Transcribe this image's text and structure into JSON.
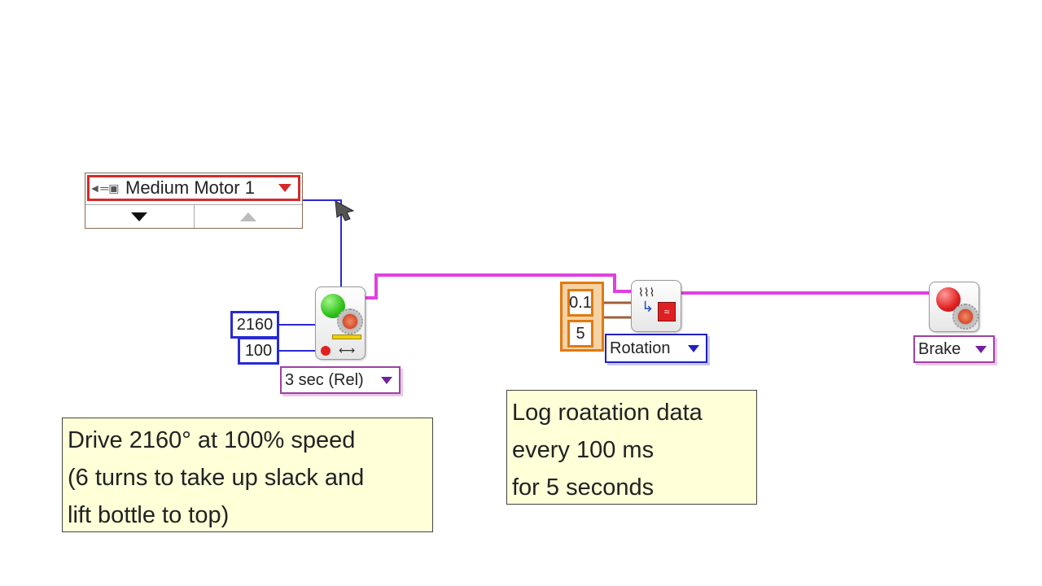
{
  "motor_selector": {
    "label": "Medium Motor 1",
    "icon": "medium-motor-plug-icon",
    "port_buttons": [
      "port-next-icon",
      "port-prev-icon"
    ]
  },
  "drive_block": {
    "icon": "motor-rotations-icon",
    "degrees": "2160",
    "speed": "100",
    "mode": "3 sec (Rel)"
  },
  "log_block": {
    "interval": "0.1",
    "duration": "5",
    "sensor": "Rotation"
  },
  "stop_block": {
    "mode": "Brake"
  },
  "comments": {
    "drive": [
      "Drive 2160° at 100% speed",
      "(6 turns to take up slack and",
      "lift bottle to top)"
    ],
    "log": [
      "Log roatation data",
      "every 100 ms",
      "for 5 seconds"
    ]
  },
  "colors": {
    "sequence_wire": "#e040e0",
    "numeric_wire": "#2a2ad4",
    "motor_accent": "#d42a2a",
    "log_accent": "#e07a10",
    "comment_bg": "#ffffd8"
  }
}
